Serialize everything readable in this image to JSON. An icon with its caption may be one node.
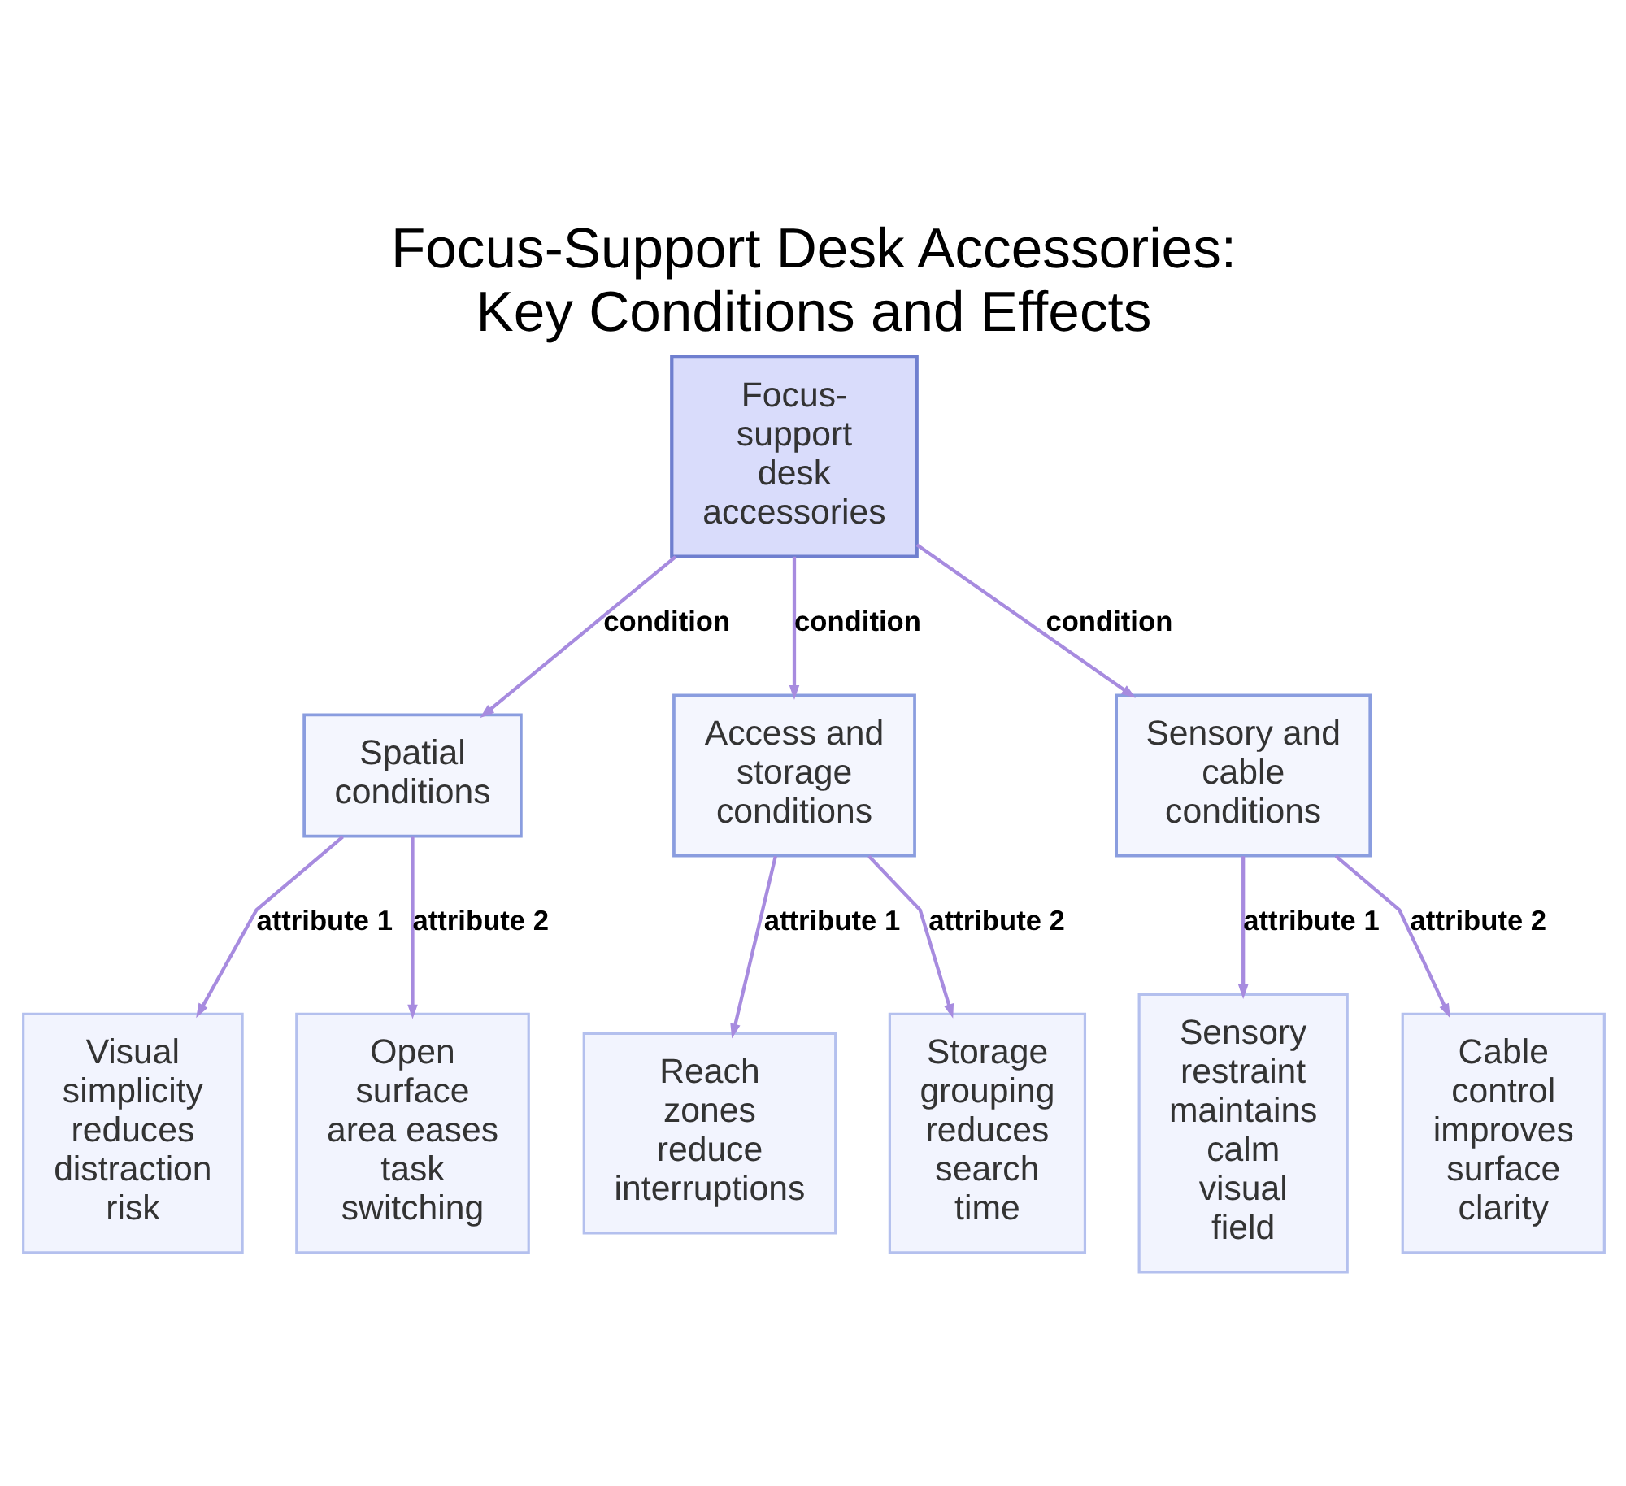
{
  "diagram": {
    "title": "Focus-Support Desk Accessories: Key Conditions and Effects",
    "nodes": [
      {
        "text": [
          "Focus-support desk accessories"
        ]
      },
      {
        "text": [
          "Spatial conditions"
        ]
      },
      {
        "text": [
          "Access and storage conditions"
        ]
      },
      {
        "text": [
          "Sensory and cable conditions"
        ]
      },
      {
        "text": [
          "Visual simplicity reduces distraction risk"
        ]
      },
      {
        "text": [
          "Open surface area eases task switching"
        ]
      },
      {
        "text": [
          "Reach zones reduce interruptions"
        ]
      },
      {
        "text": [
          "Storage grouping reduces search time"
        ]
      },
      {
        "text": [
          "Sensory restraint maintains calm visual field"
        ]
      },
      {
        "text": [
          "Cable control improves surface clarity"
        ]
      }
    ],
    "edges": [
      {
        "from": 0,
        "to": 1,
        "arrow": "to",
        "label": "condition"
      },
      {
        "from": 0,
        "to": 2,
        "arrow": "to",
        "label": "condition"
      },
      {
        "from": 0,
        "to": 3,
        "arrow": "to",
        "label": "condition"
      },
      {
        "from": 1,
        "to": 4,
        "arrow": "to",
        "label": "attribute 1"
      },
      {
        "from": 1,
        "to": 5,
        "arrow": "to",
        "label": "attribute 2"
      },
      {
        "from": 2,
        "to": 6,
        "arrow": "to",
        "label": "attribute 1"
      },
      {
        "from": 2,
        "to": 7,
        "arrow": "to",
        "label": "attribute 2"
      },
      {
        "from": 3,
        "to": 8,
        "arrow": "to",
        "label": "attribute 1"
      },
      {
        "from": 3,
        "to": 9,
        "arrow": "to",
        "label": "attribute 2"
      }
    ]
  }
}
